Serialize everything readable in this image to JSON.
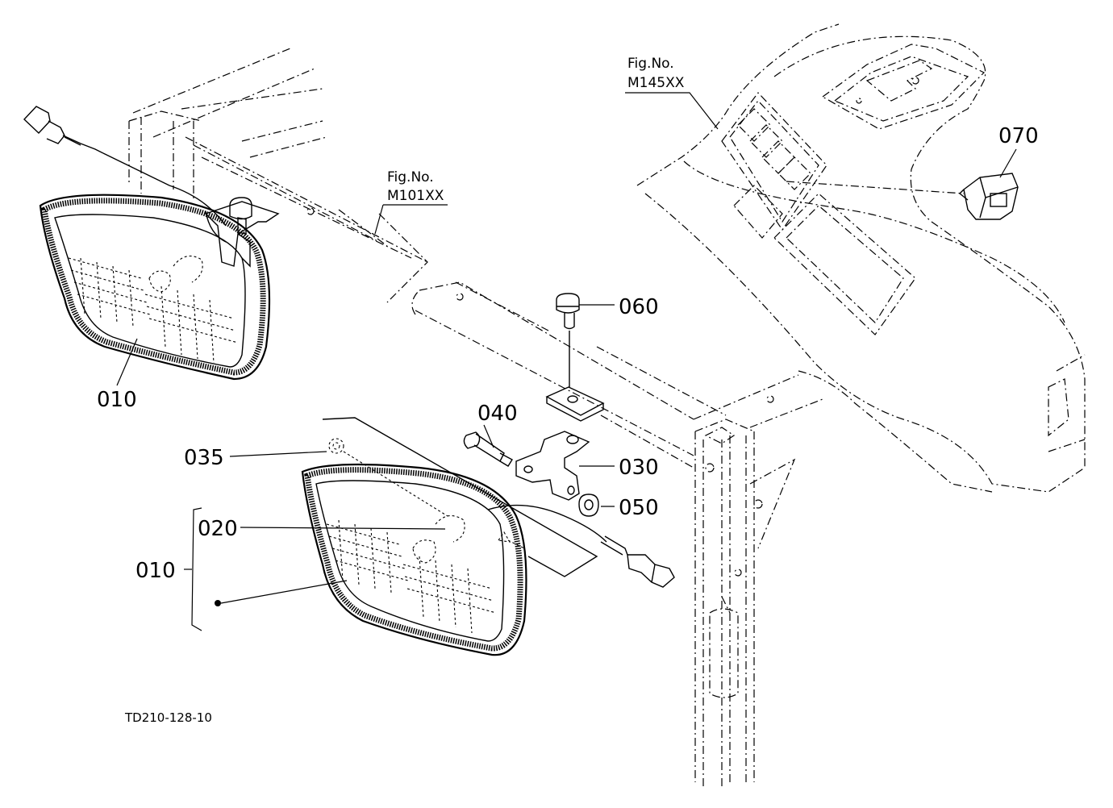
{
  "figure_refs": [
    {
      "label": "Fig.No.",
      "code": "M101XX"
    },
    {
      "label": "Fig.No.",
      "code": "M145XX"
    }
  ],
  "callouts": {
    "c010_upper": "010",
    "c010_lower": "010",
    "c020": "020",
    "c030": "030",
    "c035": "035",
    "c040": "040",
    "c050": "050",
    "c060": "060",
    "c070": "070"
  },
  "drawing_code": "TD210-128-10"
}
